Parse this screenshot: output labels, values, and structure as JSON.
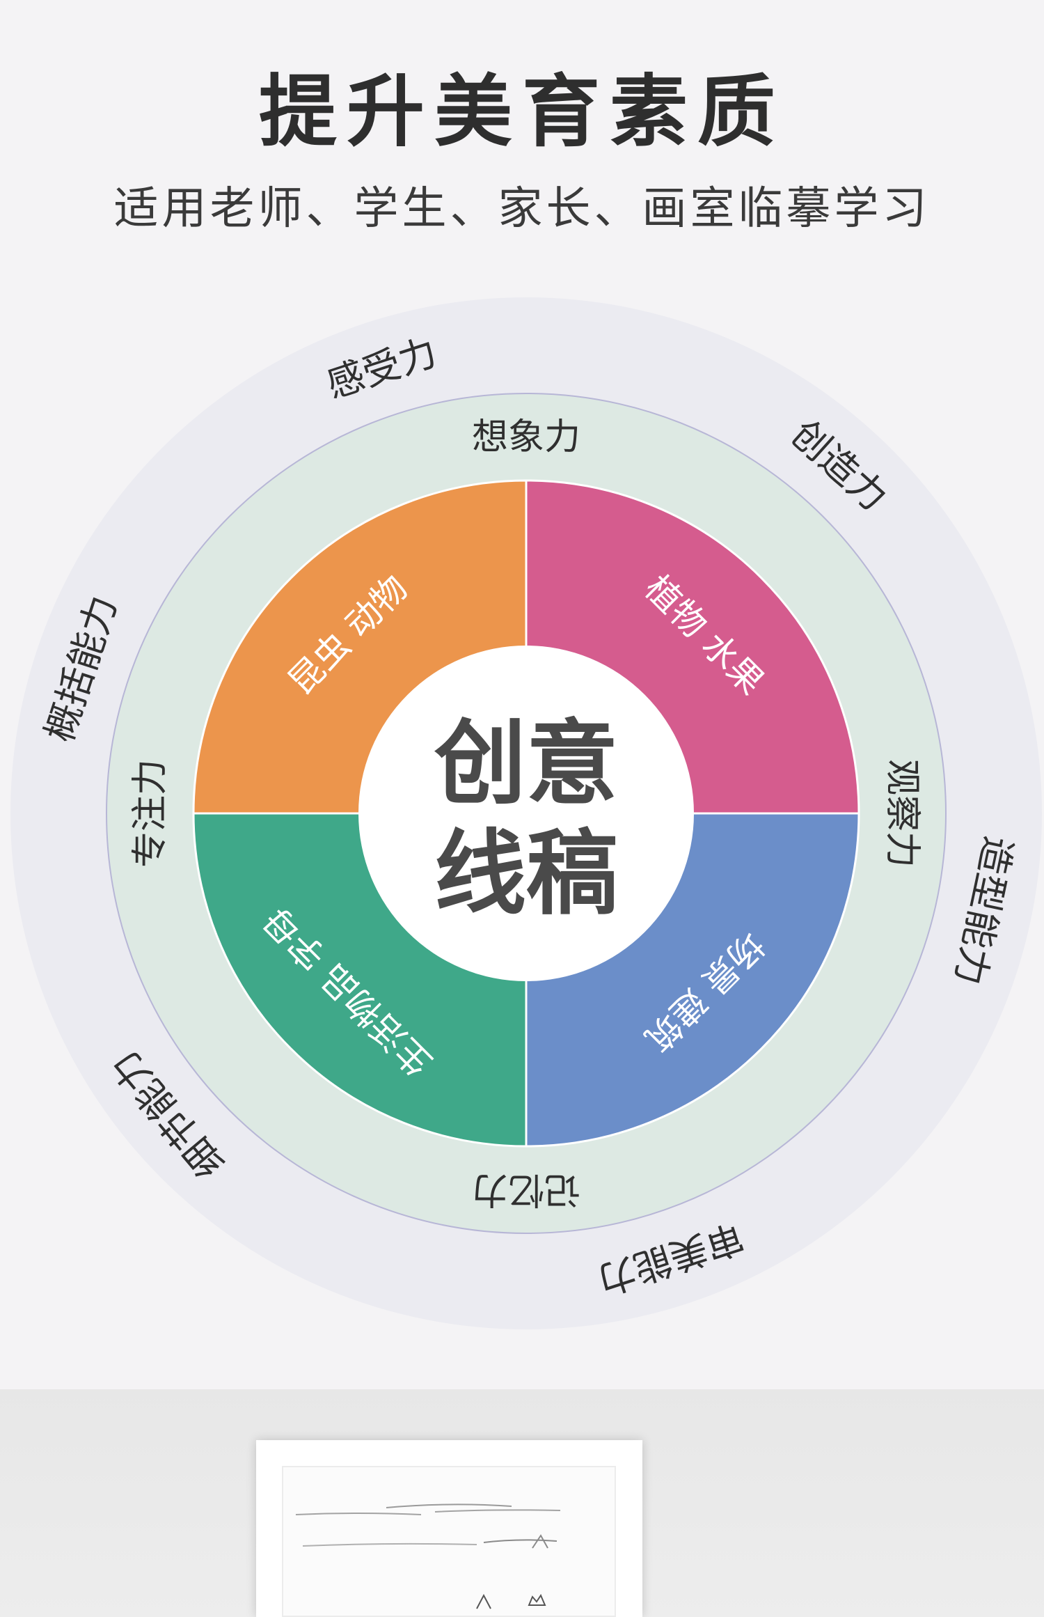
{
  "header": {
    "title": "提升美育素质",
    "subtitle": "适用老师、学生、家长、画室临摹学习"
  },
  "wheel": {
    "center": {
      "line1": "创意",
      "line2": "线稿"
    },
    "quadrants": [
      {
        "label": "昆虫 动物",
        "color": "#ec954c"
      },
      {
        "label": "植物 水果",
        "color": "#d55c8e"
      },
      {
        "label": "场景 建筑",
        "color": "#6b8ec9"
      },
      {
        "label": "生活物品 字母",
        "color": "#3fa889"
      }
    ],
    "inner_ring": {
      "color": "#dde9e3",
      "labels": [
        "想象力",
        "观察力",
        "记忆力",
        "专注力"
      ]
    },
    "outer_ring": {
      "color": "#ebebf1",
      "labels": [
        "感受力",
        "创造力",
        "造型能力",
        "审美能力",
        "细节能力",
        "概括能力"
      ]
    }
  },
  "colors": {
    "background": "#f4f3f5",
    "title": "#2e2e2e",
    "center_text": "#4a4a4a"
  }
}
